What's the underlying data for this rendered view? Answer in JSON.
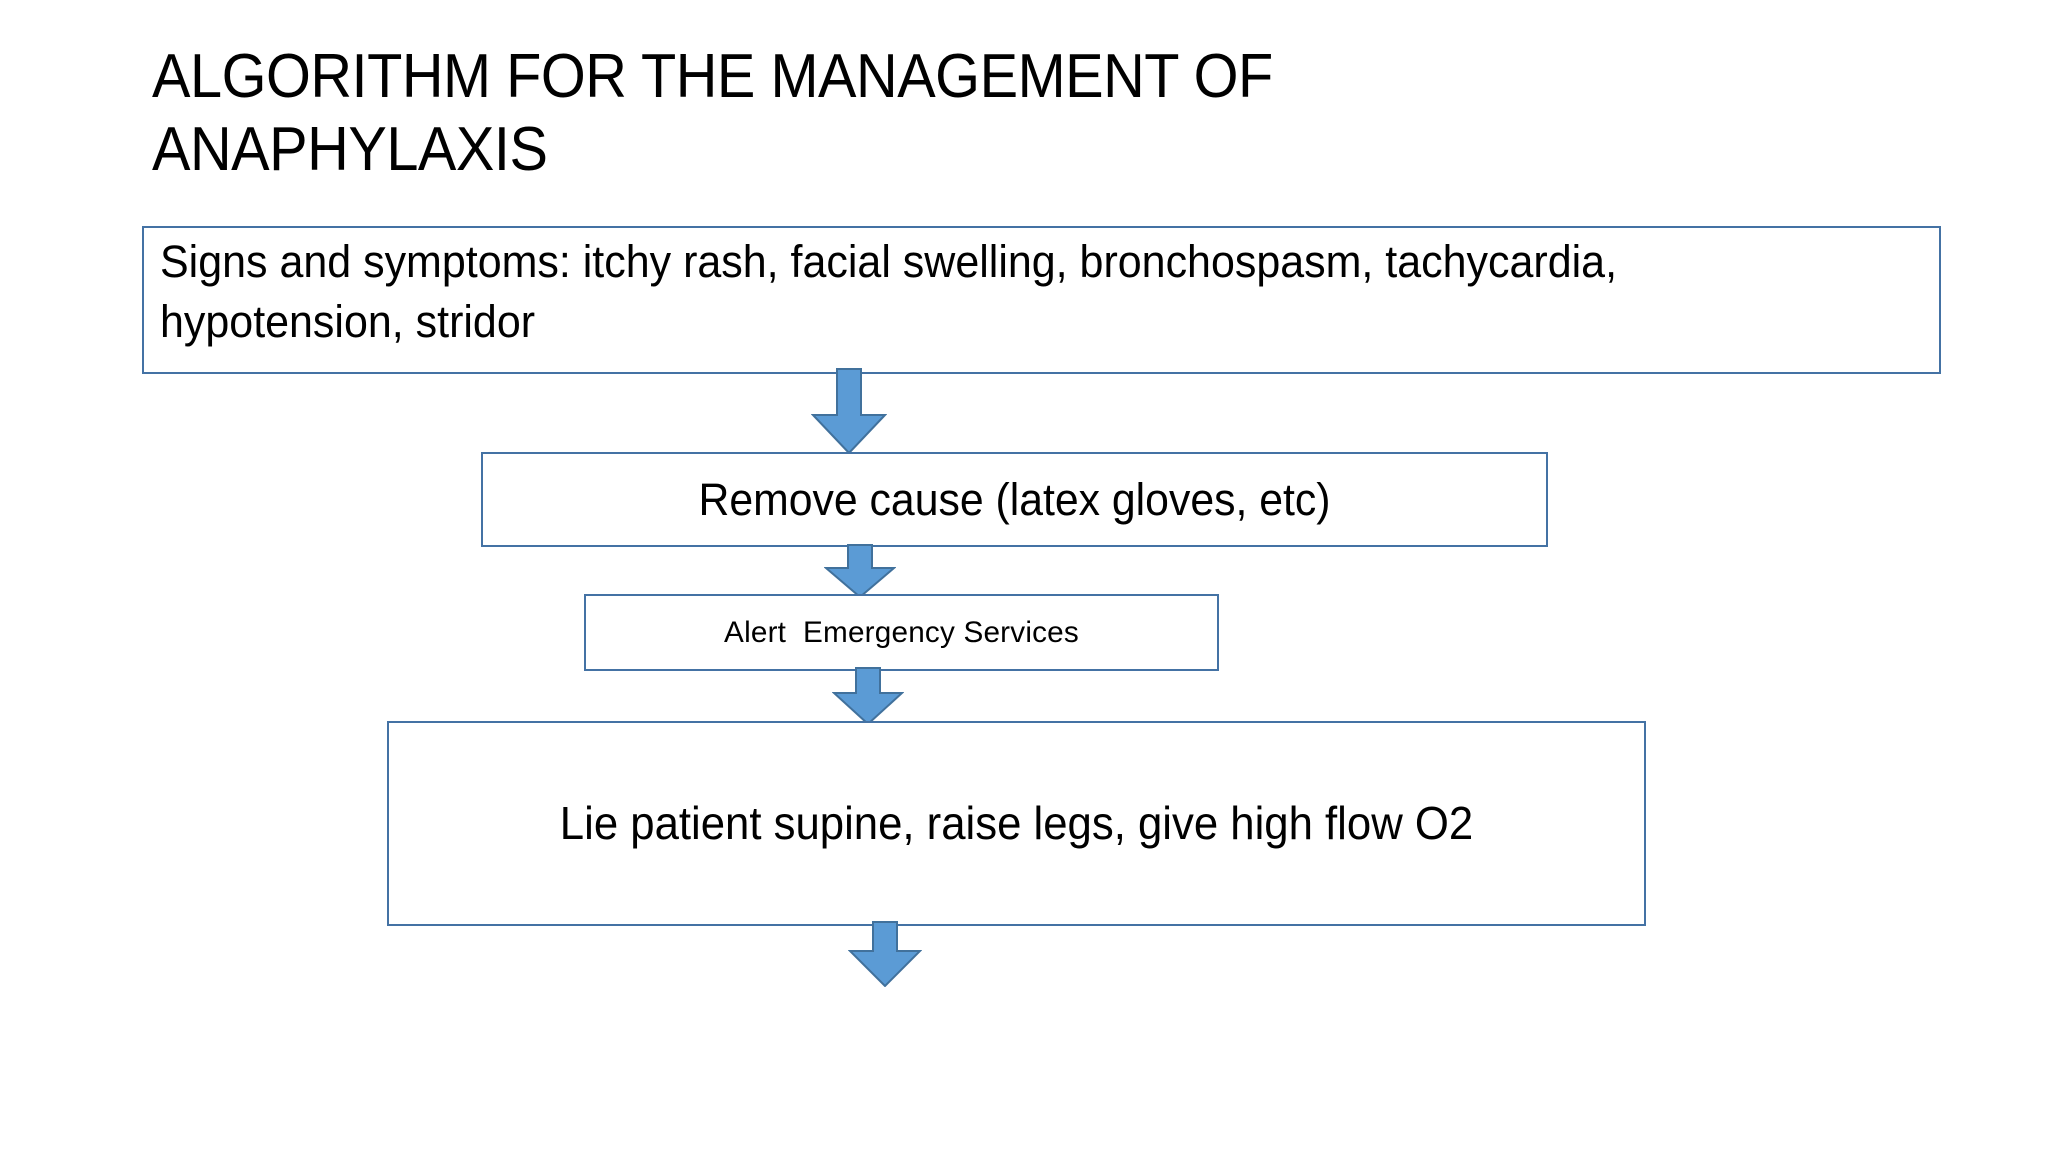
{
  "slide": {
    "title": "ALGORITHM FOR THE MANAGEMENT OF ANAPHYLAXIS",
    "background_color": "#FFFFFF"
  },
  "theme": {
    "box_border_color": "#4472A4",
    "box_fill_color": "#FFFFFF",
    "arrow_fill_color": "#5B9BD5",
    "arrow_stroke_color": "#41719C",
    "text_color": "#000000"
  },
  "flowchart": {
    "nodes": [
      {
        "id": "signs-and-symptoms",
        "label": "Signs and symptoms: itchy rash, facial swelling, bronchospasm, tachycardia, hypotension, stridor",
        "align": "left"
      },
      {
        "id": "remove-cause",
        "label": "Remove cause (latex gloves, etc)",
        "align": "center"
      },
      {
        "id": "alert-emergency-services",
        "label": "Alert  Emergency Services",
        "align": "center"
      },
      {
        "id": "lie-patient-supine",
        "label": "Lie patient supine, raise legs, give high flow O2",
        "align": "center"
      }
    ],
    "connectors": [
      {
        "id": "arrow-1",
        "icon": "down-arrow-icon",
        "from": "signs-and-symptoms",
        "to": "remove-cause"
      },
      {
        "id": "arrow-2",
        "icon": "down-arrow-icon",
        "from": "remove-cause",
        "to": "alert-emergency-services"
      },
      {
        "id": "arrow-3",
        "icon": "down-arrow-icon",
        "from": "alert-emergency-services",
        "to": "lie-patient-supine"
      },
      {
        "id": "arrow-4",
        "icon": "down-arrow-icon",
        "from": "lie-patient-supine",
        "to": ""
      }
    ]
  }
}
